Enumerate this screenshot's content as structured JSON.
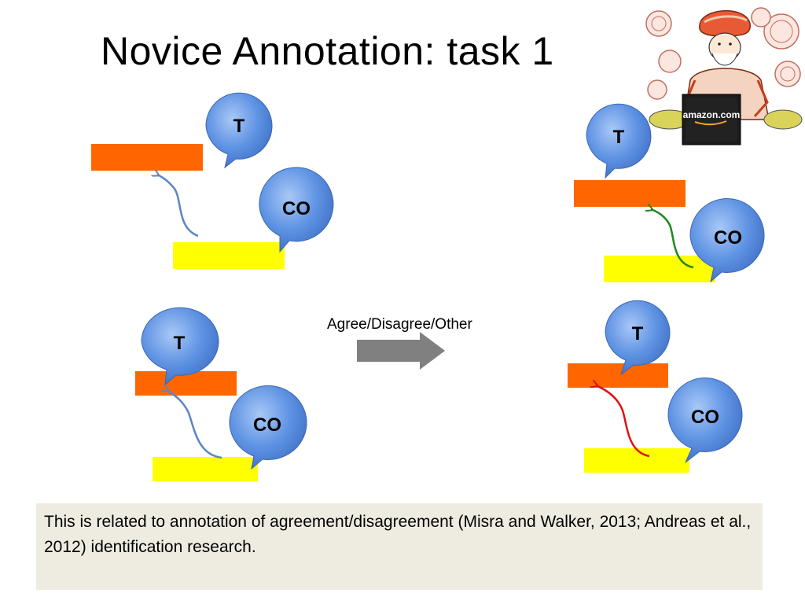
{
  "slide": {
    "title": "Novice Annotation: task 1",
    "arrow_label": "Agree/Disagree/Other",
    "note": "This is related to annotation of agreement/disagreement (Misra and Walker, 2013; Andreas et al., 2012) identification research."
  },
  "bubbles": {
    "t_label": "T",
    "co_label": "CO"
  },
  "logo": {
    "text": "amazon.com"
  },
  "colors": {
    "orange_bar": "#ff6600",
    "yellow_bar": "#ffff00",
    "bubble_fill": "#5b8fe0",
    "neutral_arrow": "#5b86c2",
    "agree_arrow": "#1a8a1a",
    "disagree_arrow": "#e01010",
    "big_arrow": "#808080",
    "note_bg": "#eeece1"
  }
}
